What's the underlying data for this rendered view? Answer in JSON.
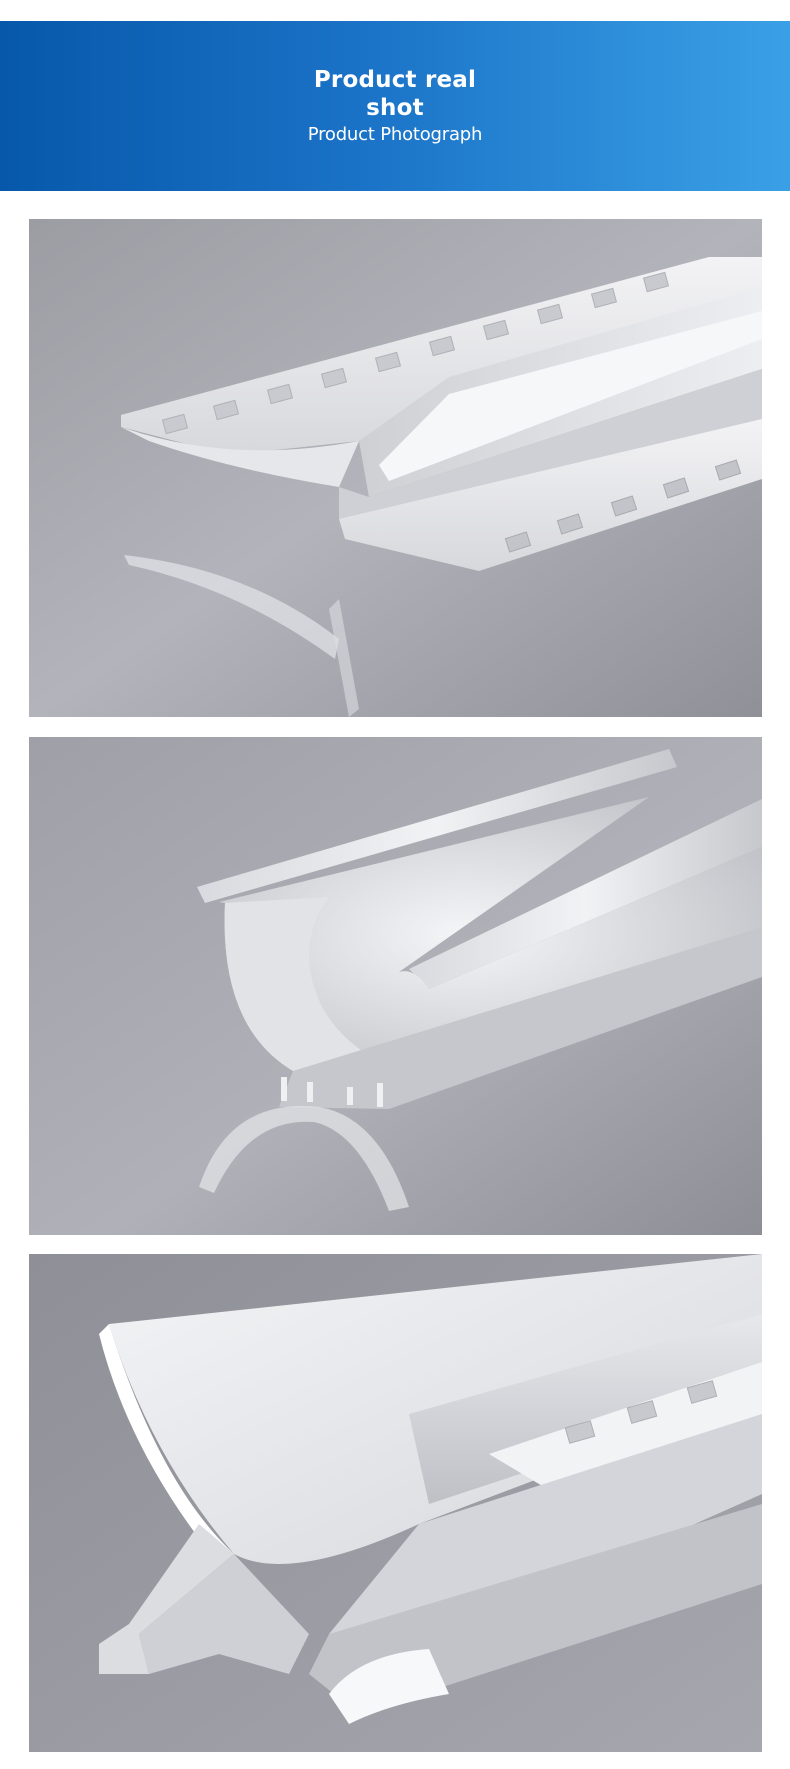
{
  "banner": {
    "title_line1": "Product real",
    "title_line2": "shot",
    "subtitle": "Product Photograph",
    "gradient_start": "#0758aa",
    "gradient_end": "#3aa0e6"
  },
  "photos": [
    {
      "subject": "wall-corner-aluminum-led-profile-with-perforated-flanges"
    },
    {
      "subject": "quarter-round-aluminum-led-profile"
    },
    {
      "subject": "aluminum-led-profile-closeup-with-diffuser"
    }
  ]
}
